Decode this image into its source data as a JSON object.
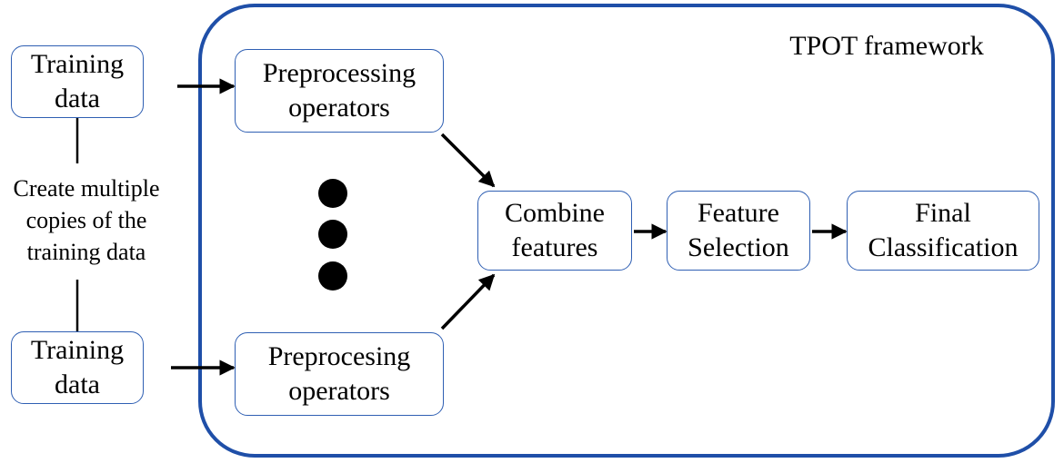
{
  "framework_label": "TPOT framework",
  "training_data_top": "Training\ndata",
  "training_data_bottom": "Training\ndata",
  "copies_note": "Create multiple\ncopies of the\ntraining data",
  "preprocessing_top": "Preprocessing\noperators",
  "preprocessing_bottom": "Preprocesing\noperators",
  "combine": "Combine\nfeatures",
  "feature_selection": "Feature\nSelection",
  "final": "Final\nClassification",
  "colors": {
    "box_border": "#2f5fb3",
    "frame_border": "#1f4fa8",
    "arrow": "#000000"
  }
}
